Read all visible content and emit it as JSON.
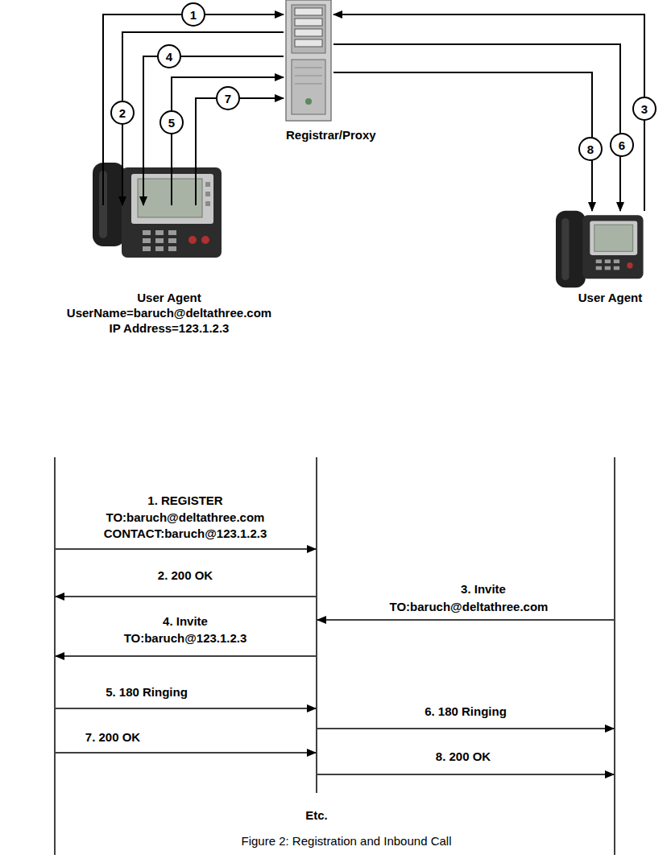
{
  "diagram": {
    "caption": "Figure 2: Registration and Inbound Call",
    "nodes": [
      {
        "text": [
          "User Agent",
          "UserName=baruch@deltathree.com",
          "IP Address=123.1.2.3"
        ]
      },
      {
        "text": [
          "Registrar/Proxy"
        ]
      },
      {
        "text": [
          "User Agent"
        ]
      }
    ],
    "edges": [
      {
        "from": 0,
        "to": 1,
        "arrow": "to",
        "label": "1"
      },
      {
        "from": 1,
        "to": 0,
        "arrow": "to",
        "label": "2"
      },
      {
        "from": 2,
        "to": 1,
        "arrow": "to",
        "label": "3"
      },
      {
        "from": 1,
        "to": 0,
        "arrow": "to",
        "label": "4"
      },
      {
        "from": 0,
        "to": 1,
        "arrow": "to",
        "label": "5"
      },
      {
        "from": 1,
        "to": 2,
        "arrow": "to",
        "label": "6"
      },
      {
        "from": 0,
        "to": 1,
        "arrow": "to",
        "label": "7"
      },
      {
        "from": 1,
        "to": 2,
        "arrow": "to",
        "label": "8"
      }
    ],
    "labels": [
      "1. REGISTER",
      "TO:baruch@deltathree.com",
      "CONTACT:baruch@123.1.2.3",
      "2. 200 OK",
      "3. Invite",
      "TO:baruch@deltathree.com",
      "4. Invite",
      "TO:baruch@123.1.2.3",
      "5. 180 Ringing",
      "6. 180 Ringing",
      "7. 200 OK",
      "8. 200 OK",
      "Etc."
    ]
  }
}
